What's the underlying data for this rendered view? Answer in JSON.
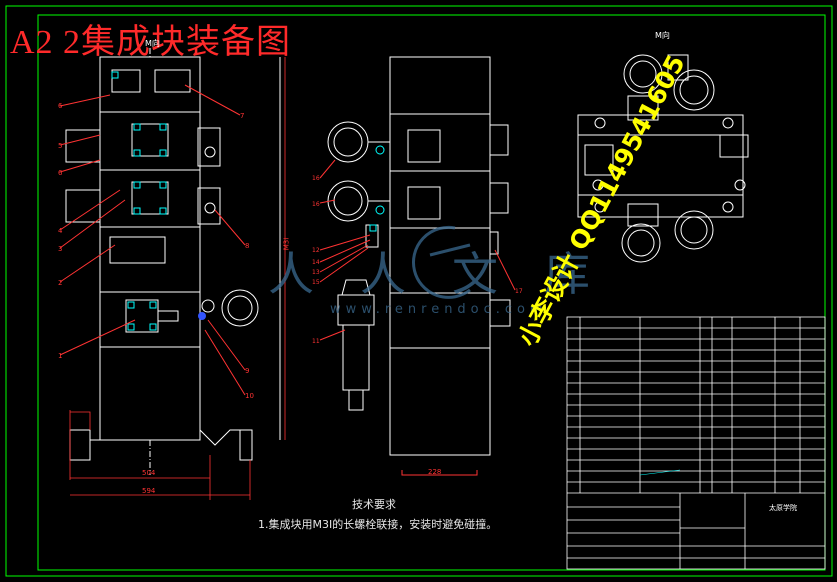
{
  "title": "A2 2集成块装备图",
  "view_labels": {
    "left": "M向",
    "right": "M向"
  },
  "watermark": {
    "site_cn": "人人文库",
    "site_url": "www.renrendoc.com",
    "contact": "小李设计 QQ1149541605"
  },
  "notes": {
    "title": "技术要求",
    "text": "1.集成块用M3I的长螺栓联接，安装时避免碰撞。"
  },
  "dims": {
    "w1": "504",
    "w2": "594",
    "w3": "228",
    "h1": "M3I"
  },
  "titleblock": {
    "org": "太原学院"
  },
  "colors": {
    "background": "#000000",
    "frame": "#00ff00",
    "line": "#ffffff",
    "leader": "#ff3333",
    "title": "#ff2a2a",
    "contact": "#ffff00"
  }
}
